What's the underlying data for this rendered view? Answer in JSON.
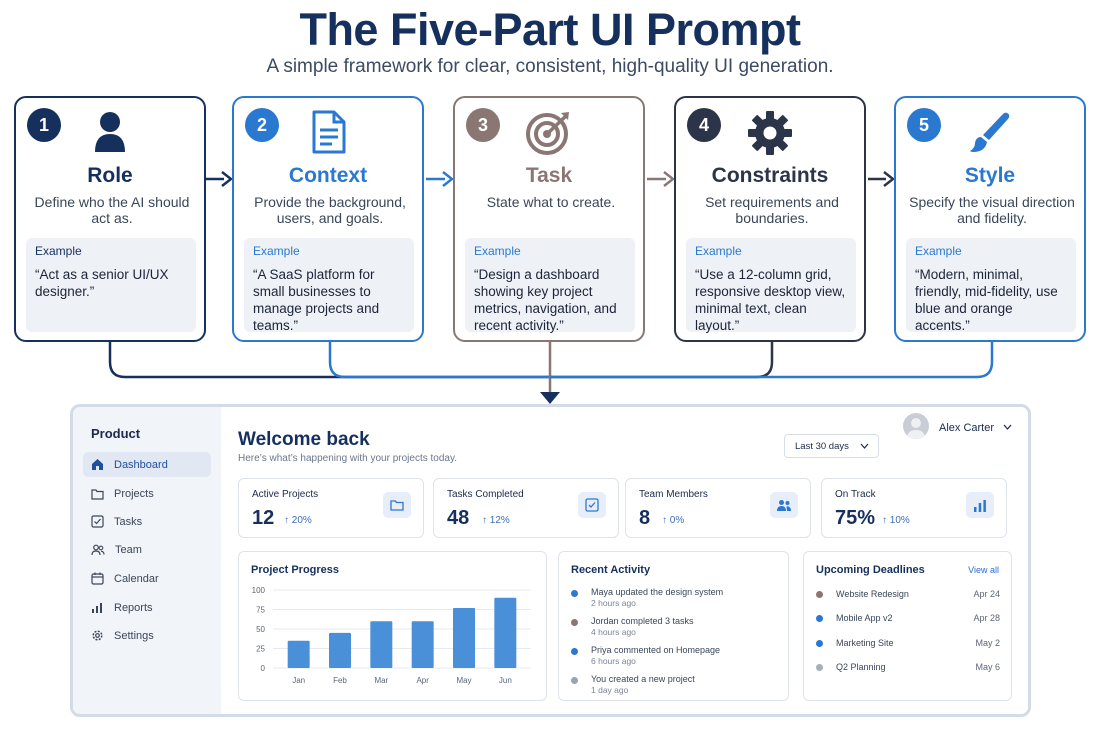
{
  "header": {
    "title": "The Five-Part UI Prompt",
    "subtitle": "A simple framework for clear, consistent, high-quality UI generation."
  },
  "steps": [
    {
      "number": "1",
      "title": "Role",
      "desc": "Define who the AI should act as.",
      "example_label": "Example",
      "example": "“Act as a senior UI/UX designer.”",
      "color": "#16305e",
      "icon": "person-icon"
    },
    {
      "number": "2",
      "title": "Context",
      "desc": "Provide the background, users, and goals.",
      "example_label": "Example",
      "example": "“A SaaS platform for small businesses to manage projects and teams.”",
      "color": "#2a78d0",
      "icon": "document-icon"
    },
    {
      "number": "3",
      "title": "Task",
      "desc": "State what to create.",
      "example_label": "Example",
      "example": "“Design a dashboard showing key project metrics, navigation, and recent activity.”",
      "color": "#8a7774",
      "icon": "target-icon"
    },
    {
      "number": "4",
      "title": "Constraints",
      "desc": "Set requirements and boundaries.",
      "example_label": "Example",
      "example": "“Use a 12-column grid, responsive desktop view, minimal text, clean layout.”",
      "color": "#2b3448",
      "icon": "gear-icon"
    },
    {
      "number": "5",
      "title": "Style",
      "desc": "Specify the visual direction and fidelity.",
      "example_label": "Example",
      "example": "“Modern, minimal, friendly, mid-fidelity, use blue and orange accents.”",
      "color": "#2a78d0",
      "icon": "brush-icon"
    }
  ],
  "dashboard": {
    "sidebar": {
      "heading": "Product",
      "items": [
        {
          "label": "Dashboard",
          "icon": "home-icon"
        },
        {
          "label": "Projects",
          "icon": "folder-icon"
        },
        {
          "label": "Tasks",
          "icon": "checkbox-icon"
        },
        {
          "label": "Team",
          "icon": "team-icon"
        },
        {
          "label": "Calendar",
          "icon": "calendar-icon"
        },
        {
          "label": "Reports",
          "icon": "bar-chart-icon"
        },
        {
          "label": "Settings",
          "icon": "gear-icon"
        }
      ]
    },
    "welcome": "Welcome back",
    "welcome_sub": "Here’s what’s happening with your projects today.",
    "date_range": "Last 30 days",
    "user_name": "Alex Carter",
    "stats": [
      {
        "label": "Active Projects",
        "value": "12",
        "delta": "↑ 20%",
        "icon": "folder-icon"
      },
      {
        "label": "Tasks Completed",
        "value": "48",
        "delta": "↑ 12%",
        "icon": "checkbox-icon"
      },
      {
        "label": "Team Members",
        "value": "8",
        "delta": "↑ 0%",
        "icon": "team-icon"
      },
      {
        "label": "On Track",
        "value": "75%",
        "delta": "↑ 10%",
        "icon": "bar-chart-icon"
      }
    ],
    "progress_title": "Project Progress",
    "activity_title": "Recent Activity",
    "activity": [
      {
        "text": "Maya updated the design system",
        "time": "2 hours ago",
        "color": "#2a78d0"
      },
      {
        "text": "Jordan completed 3 tasks",
        "time": "4 hours ago",
        "color": "#8a7774"
      },
      {
        "text": "Priya commented on Homepage",
        "time": "6 hours ago",
        "color": "#2a78d0"
      },
      {
        "text": "You created a new project",
        "time": "1 day ago",
        "color": "#9aa3b2"
      }
    ],
    "deadlines_title": "Upcoming Deadlines",
    "view_all": "View all",
    "deadlines": [
      {
        "name": "Website Redesign",
        "date": "Apr 24",
        "color": "#8a7774"
      },
      {
        "name": "Mobile App v2",
        "date": "Apr 28",
        "color": "#2a78d0"
      },
      {
        "name": "Marketing Site",
        "date": "May 2",
        "color": "#2a78d0"
      },
      {
        "name": "Q2 Planning",
        "date": "May 6",
        "color": "#a7aebb"
      }
    ]
  },
  "chart_data": {
    "type": "bar",
    "title": "Project Progress",
    "categories": [
      "Jan",
      "Feb",
      "Mar",
      "Apr",
      "May",
      "Jun"
    ],
    "values": [
      35,
      45,
      60,
      60,
      77,
      90
    ],
    "yticks": [
      0,
      25,
      50,
      75,
      100
    ],
    "ylim": [
      0,
      100
    ],
    "grid": true,
    "bar_color": "#4a90d9"
  }
}
